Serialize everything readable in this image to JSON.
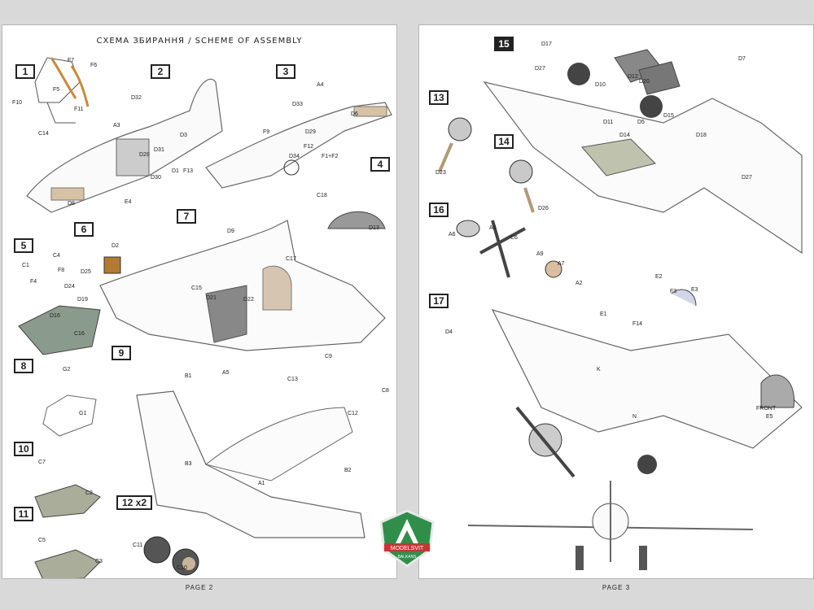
{
  "document": {
    "title": "СХЕМА ЗБИРАННЯ / SCHEME OF ASSEMBLY",
    "left_page_label": "PAGE 2",
    "right_page_label": "PAGE 3",
    "logo_text_1": "MODELSVIT",
    "logo_text_2": "BALKANS"
  },
  "left_steps": [
    {
      "n": "1",
      "filled": false
    },
    {
      "n": "2",
      "filled": false
    },
    {
      "n": "3",
      "filled": false
    },
    {
      "n": "4",
      "filled": false
    },
    {
      "n": "5",
      "filled": false
    },
    {
      "n": "6",
      "filled": false
    },
    {
      "n": "7",
      "filled": false
    },
    {
      "n": "8",
      "filled": false
    },
    {
      "n": "9",
      "filled": false
    },
    {
      "n": "10",
      "filled": false
    },
    {
      "n": "11",
      "filled": false
    },
    {
      "n": "12 x2",
      "filled": false
    }
  ],
  "right_steps": [
    {
      "n": "15"
    },
    {
      "n": "13"
    },
    {
      "n": "14"
    },
    {
      "n": "16"
    },
    {
      "n": "17"
    }
  ],
  "left_labels": [
    "F7",
    "F6",
    "F5",
    "F10",
    "F11",
    "C14",
    "D32",
    "A3",
    "D28",
    "D31",
    "D30",
    "D1",
    "F13",
    "D3",
    "D8",
    "A4",
    "D33",
    "F9",
    "D29",
    "F12",
    "D34",
    "F1+F2",
    "D6",
    "C18",
    "D13",
    "E4",
    "D2",
    "C1",
    "C4",
    "F8",
    "D25",
    "F4",
    "D24",
    "D19",
    "D16",
    "C16",
    "D9",
    "C17",
    "C15",
    "D21",
    "D22",
    "G2",
    "G1",
    "C7",
    "C2",
    "C5",
    "C3",
    "B1",
    "A5",
    "C9",
    "C13",
    "C8",
    "C12",
    "B3",
    "A1",
    "B2",
    "C11",
    "C10"
  ],
  "right_labels": [
    "D17",
    "D27",
    "D10",
    "D12",
    "D20",
    "D11",
    "D14",
    "D5",
    "D15",
    "D18",
    "D7",
    "D23",
    "D26",
    "D27",
    "A6",
    "A8",
    "C6",
    "A9",
    "A7",
    "A2",
    "E2",
    "F3",
    "E3",
    "E1",
    "F14",
    "D4",
    "E5",
    "FRONT",
    "K",
    "N"
  ]
}
